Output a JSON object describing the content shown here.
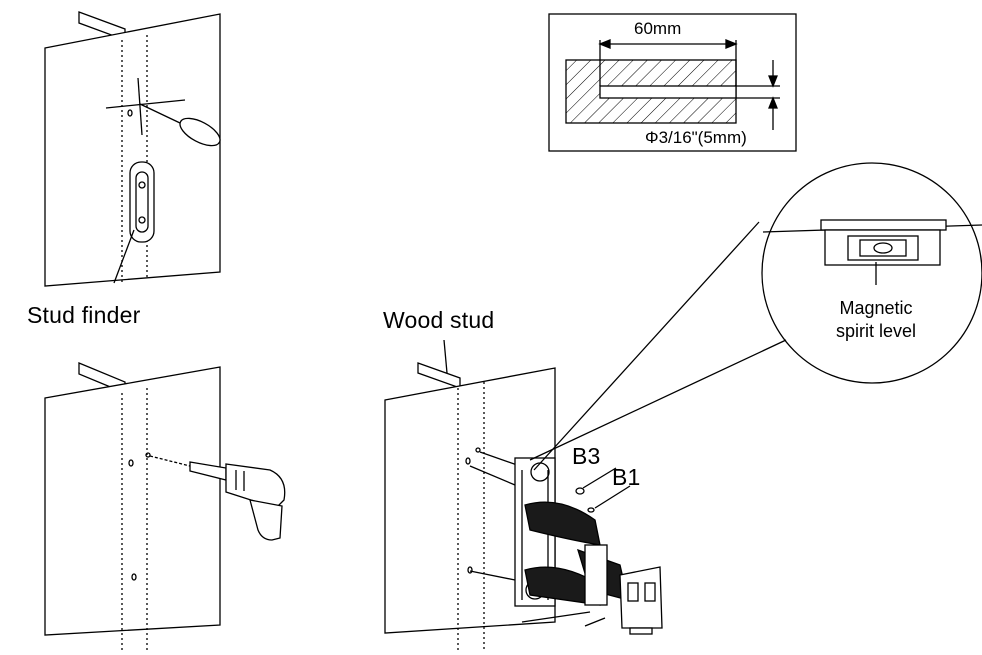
{
  "labels": {
    "stud_finder": "Stud finder",
    "wood_stud": "Wood stud",
    "magnetic_level_line1": "Magnetic",
    "magnetic_level_line2": "spirit level",
    "bolt_b3": "B3",
    "bolt_b1": "B1"
  },
  "hole_spec": {
    "depth": "60mm",
    "diameter": "Φ3/16\"(5mm)"
  },
  "colors": {
    "line": "#000000",
    "background": "#ffffff",
    "arm_fill": "#1a1a1a"
  }
}
